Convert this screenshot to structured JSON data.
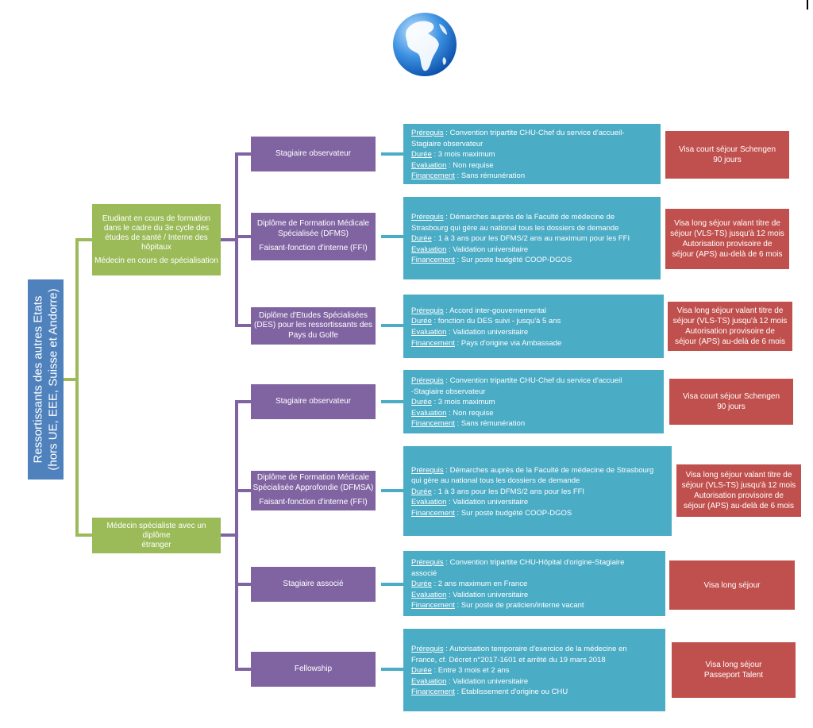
{
  "root": {
    "lines": [
      "Ressortissants des autres Etats",
      "(hors UE, EEE, Suisse et Andorre)"
    ]
  },
  "groups": [
    {
      "lines": [
        "Etudiant en cours de formation",
        "dans le cadre du 3e cycle des",
        "études de santé / Interne des",
        "hôpitaux"
      ],
      "extra": "Médecin en cours de spécialisation"
    },
    {
      "lines": [
        "Médecin spécialiste avec un diplôme",
        "étranger"
      ],
      "extra": ""
    }
  ],
  "statuses": [
    {
      "title_lines": [
        "Stagiaire observateur"
      ],
      "extra": "",
      "details": [
        {
          "k": "Prérequis",
          "t": " : Convention tripartite CHU-Chef du service d'accueil-"
        },
        {
          "k": "",
          "t": "Stagiaire observateur"
        },
        {
          "k": "Durée",
          "t": " : 3 mois maximum"
        },
        {
          "k": "Evaluation",
          "t": " : Non requise"
        },
        {
          "k": "Financement",
          "t": " : Sans rémunération"
        }
      ],
      "visa_lines": [
        "Visa court séjour Schengen",
        "90 jours"
      ]
    },
    {
      "title_lines": [
        "Diplôme de Formation Médicale",
        "Spécialisée (DFMS)"
      ],
      "extra": "Faisant-fonction d'interne (FFI)",
      "details": [
        {
          "k": "Prérequis",
          "t": " : Démarches auprès de la Faculté de médecine de"
        },
        {
          "k": "",
          "t": "Strasbourg qui gère au national tous les dossiers de demande"
        },
        {
          "k": "Durée",
          "t": " :  1 à 3 ans pour les DFMS/2 ans au maximum pour les FFI"
        },
        {
          "k": "Evaluation",
          "t": " : Validation universitaire"
        },
        {
          "k": "Financement",
          "t": " : Sur poste  budgété COOP-DGOS"
        }
      ],
      "visa_lines": [
        "Visa long séjour valant titre de",
        "séjour (VLS-TS) jusqu'à 12 mois",
        "Autorisation provisoire de",
        "séjour (APS) au-delà de 6 mois"
      ]
    },
    {
      "title_lines": [
        "Diplôme d'Etudes Spécialisées",
        "(DES) pour les ressortissants des",
        "Pays du Golfe"
      ],
      "extra": "",
      "details": [
        {
          "k": "Prérequis",
          "t": " : Accord inter-gouvernemental"
        },
        {
          "k": "Durée",
          "t": " : fonction du DES suivi - jusqu'à 5 ans"
        },
        {
          "k": "Evaluation",
          "t": " : Validation universitaire"
        },
        {
          "k": "Financement",
          "t": " : Pays d'origine via Ambassade"
        }
      ],
      "visa_lines": [
        "Visa long séjour valant titre de",
        "séjour (VLS-TS) jusqu'à 12 mois",
        "Autorisation provisoire de",
        "séjour (APS) au-delà de 6 mois"
      ]
    },
    {
      "title_lines": [
        "Stagiaire observateur"
      ],
      "extra": "",
      "details": [
        {
          "k": "Prérequis",
          "t": " : Convention tripartite CHU-Chef du service d'accueil"
        },
        {
          "k": "",
          "t": "-Stagiaire observateur"
        },
        {
          "k": "Durée",
          "t": " : 3 mois maximum"
        },
        {
          "k": "Evaluation",
          "t": " : Non requise"
        },
        {
          "k": "Financement",
          "t": " : Sans rémunération"
        }
      ],
      "visa_lines": [
        "Visa court séjour Schengen",
        "90 jours"
      ]
    },
    {
      "title_lines": [
        "Diplôme de Formation Médicale",
        "Spécialisée Approfondie (DFMSA)"
      ],
      "extra": "Faisant-fonction d'interne (FFI)",
      "details": [
        {
          "k": "Prérequis",
          "t": " : Démarches auprès de la Faculté de médecine de Strasbourg"
        },
        {
          "k": "",
          "t": "qui gère au national tous les dossiers de demande"
        },
        {
          "k": "Durée",
          "t": " : 1 à 3 ans pour les DFMS/2 ans pour les FFI"
        },
        {
          "k": "Evaluation",
          "t": " : Validation universitaire"
        },
        {
          "k": "Financement",
          "t": " : Sur poste  budgété COOP-DGOS"
        }
      ],
      "visa_lines": [
        "Visa long séjour valant titre de",
        "séjour (VLS-TS) jusqu'à 12 mois",
        "Autorisation provisoire de",
        "séjour (APS) au-delà de 6 mois"
      ]
    },
    {
      "title_lines": [
        "Stagiaire associé"
      ],
      "extra": "",
      "details": [
        {
          "k": "Prérequis",
          "t": " : Convention tripartite CHU-Hôpital d'origine-Stagiaire"
        },
        {
          "k": "",
          "t": "associé"
        },
        {
          "k": "Durée",
          "t": " : 2 ans maximum en France"
        },
        {
          "k": "Evaluation",
          "t": " : Validation universitaire"
        },
        {
          "k": "Financement",
          "t": " : Sur poste de praticien/interne vacant"
        }
      ],
      "visa_lines": [
        "Visa long séjour"
      ]
    },
    {
      "title_lines": [
        "Fellowship"
      ],
      "extra": "",
      "details": [
        {
          "k": "Prérequis",
          "t": " : Autorisation temporaire d'exercice de la médecine en"
        },
        {
          "k": "",
          "t": "France, cf. Décret n°2017-1601  et arrêté du 19 mars 2018"
        },
        {
          "k": "Durée",
          "t": " :  Entre 3 mois et 2 ans"
        },
        {
          "k": "Evaluation",
          "t": " : Validation universitaire"
        },
        {
          "k": "Financement",
          "t": " : Etablissement d'origine ou CHU"
        }
      ],
      "visa_lines": [
        "Visa long séjour",
        "Passeport Talent"
      ]
    }
  ],
  "colors": {
    "root": "#4f81bd",
    "group": "#9bbb59",
    "status": "#8064a2",
    "details": "#4bacc6",
    "visa": "#c0504d"
  },
  "icons": {
    "logo": "globe-icon"
  }
}
